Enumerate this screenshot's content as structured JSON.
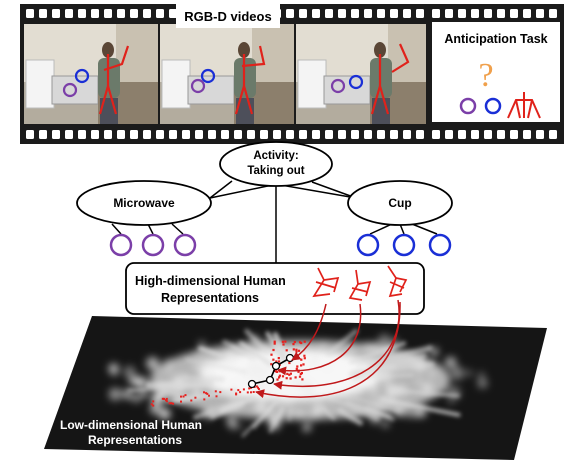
{
  "film": {
    "title": "RGB-D videos",
    "frame_count": 3
  },
  "task": {
    "title": "Anticipation Task",
    "symbol": "?"
  },
  "graph": {
    "activity": {
      "line1": "Activity:",
      "line2": "Taking out"
    },
    "nodes": [
      {
        "label": "Microwave"
      },
      {
        "label": "Cup"
      }
    ]
  },
  "high_dim": {
    "line1": "High-dimensional Human",
    "line2": "Representations"
  },
  "low_dim": {
    "line1": "Low-dimensional Human",
    "line2": "Representations"
  },
  "colors": {
    "object_circle_left": "#7b3fa8",
    "object_circle_right": "#1a2fd6",
    "skeleton": "#e0221b",
    "question_mark": "#f0a04b"
  }
}
